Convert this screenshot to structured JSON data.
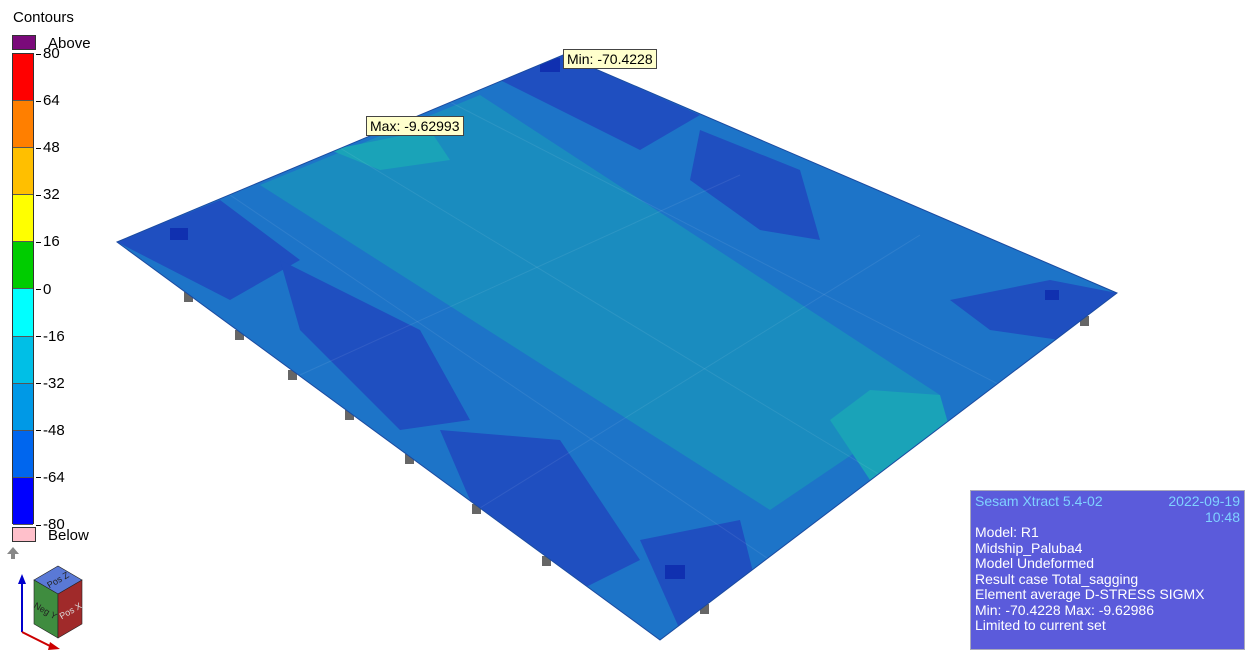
{
  "legend": {
    "title": "Contours",
    "above_label": "Above",
    "below_label": "Below",
    "ticks": [
      "80",
      "64",
      "48",
      "32",
      "16",
      "0",
      "-16",
      "-32",
      "-48",
      "-64",
      "-80"
    ],
    "band_colors": [
      "#ff0000",
      "#ff7f00",
      "#ffbf00",
      "#ffff00",
      "#00cc00",
      "#00ffff",
      "#00bfe6",
      "#0099e6",
      "#0066ee",
      "#0000ff"
    ]
  },
  "plot": {
    "min_label": "Min: -70.4228",
    "max_label": "Max: -9.62993",
    "colors": {
      "dark": "#1f4fc0",
      "mid": "#1d74c8",
      "center": "#1a8cbf",
      "teal": "#1aa3b8",
      "deep": "#1030b0"
    }
  },
  "info": {
    "app": "Sesam Xtract 5.4-02",
    "date": "2022-09-19",
    "time": "10:48",
    "lines": [
      "Model: R1",
      "Midship_Paluba4",
      "Model Undeformed",
      "Result case Total_sagging",
      "Element average D-STRESS SIGMX",
      "Min: -70.4228 Max: -9.62986",
      "Limited to current set"
    ]
  },
  "cube": {
    "top_label": "Pos Z",
    "left_label": "Neg Y",
    "right_label": "Pos X"
  }
}
